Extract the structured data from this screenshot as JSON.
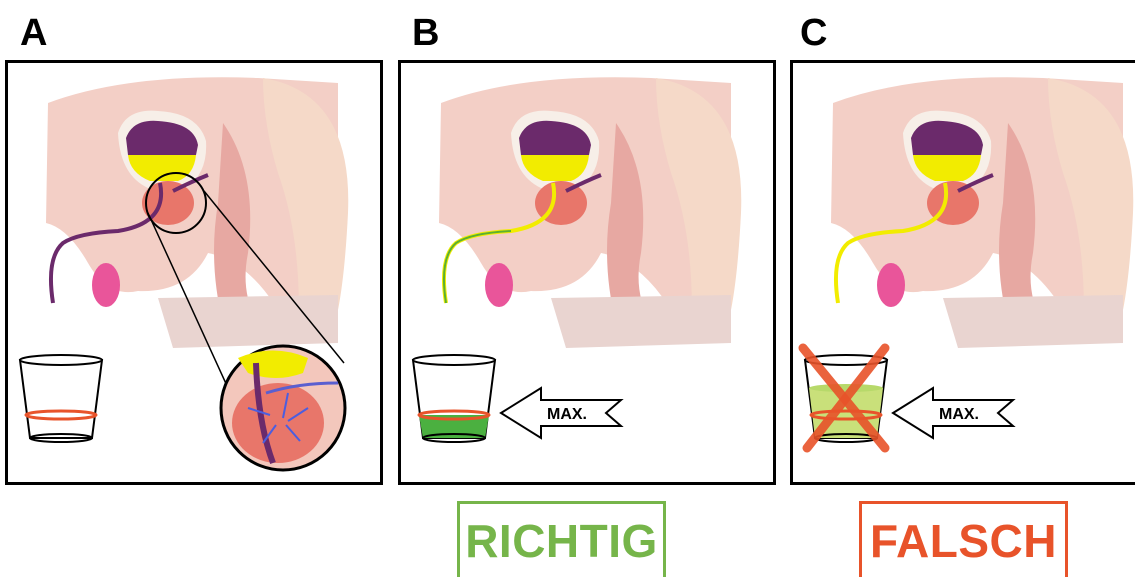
{
  "panels": [
    {
      "letter": "A"
    },
    {
      "letter": "B",
      "arrow_label": "MAX."
    },
    {
      "letter": "C",
      "arrow_label": "MAX."
    }
  ],
  "verdicts": {
    "correct": "RICHTIG",
    "wrong": "FALSCH"
  },
  "colors": {
    "correct": "#76b54a",
    "wrong": "#e8532a",
    "urine": "#f2ec00",
    "bladder": "#6b2a6b",
    "tissue": "#f0c8c0"
  }
}
